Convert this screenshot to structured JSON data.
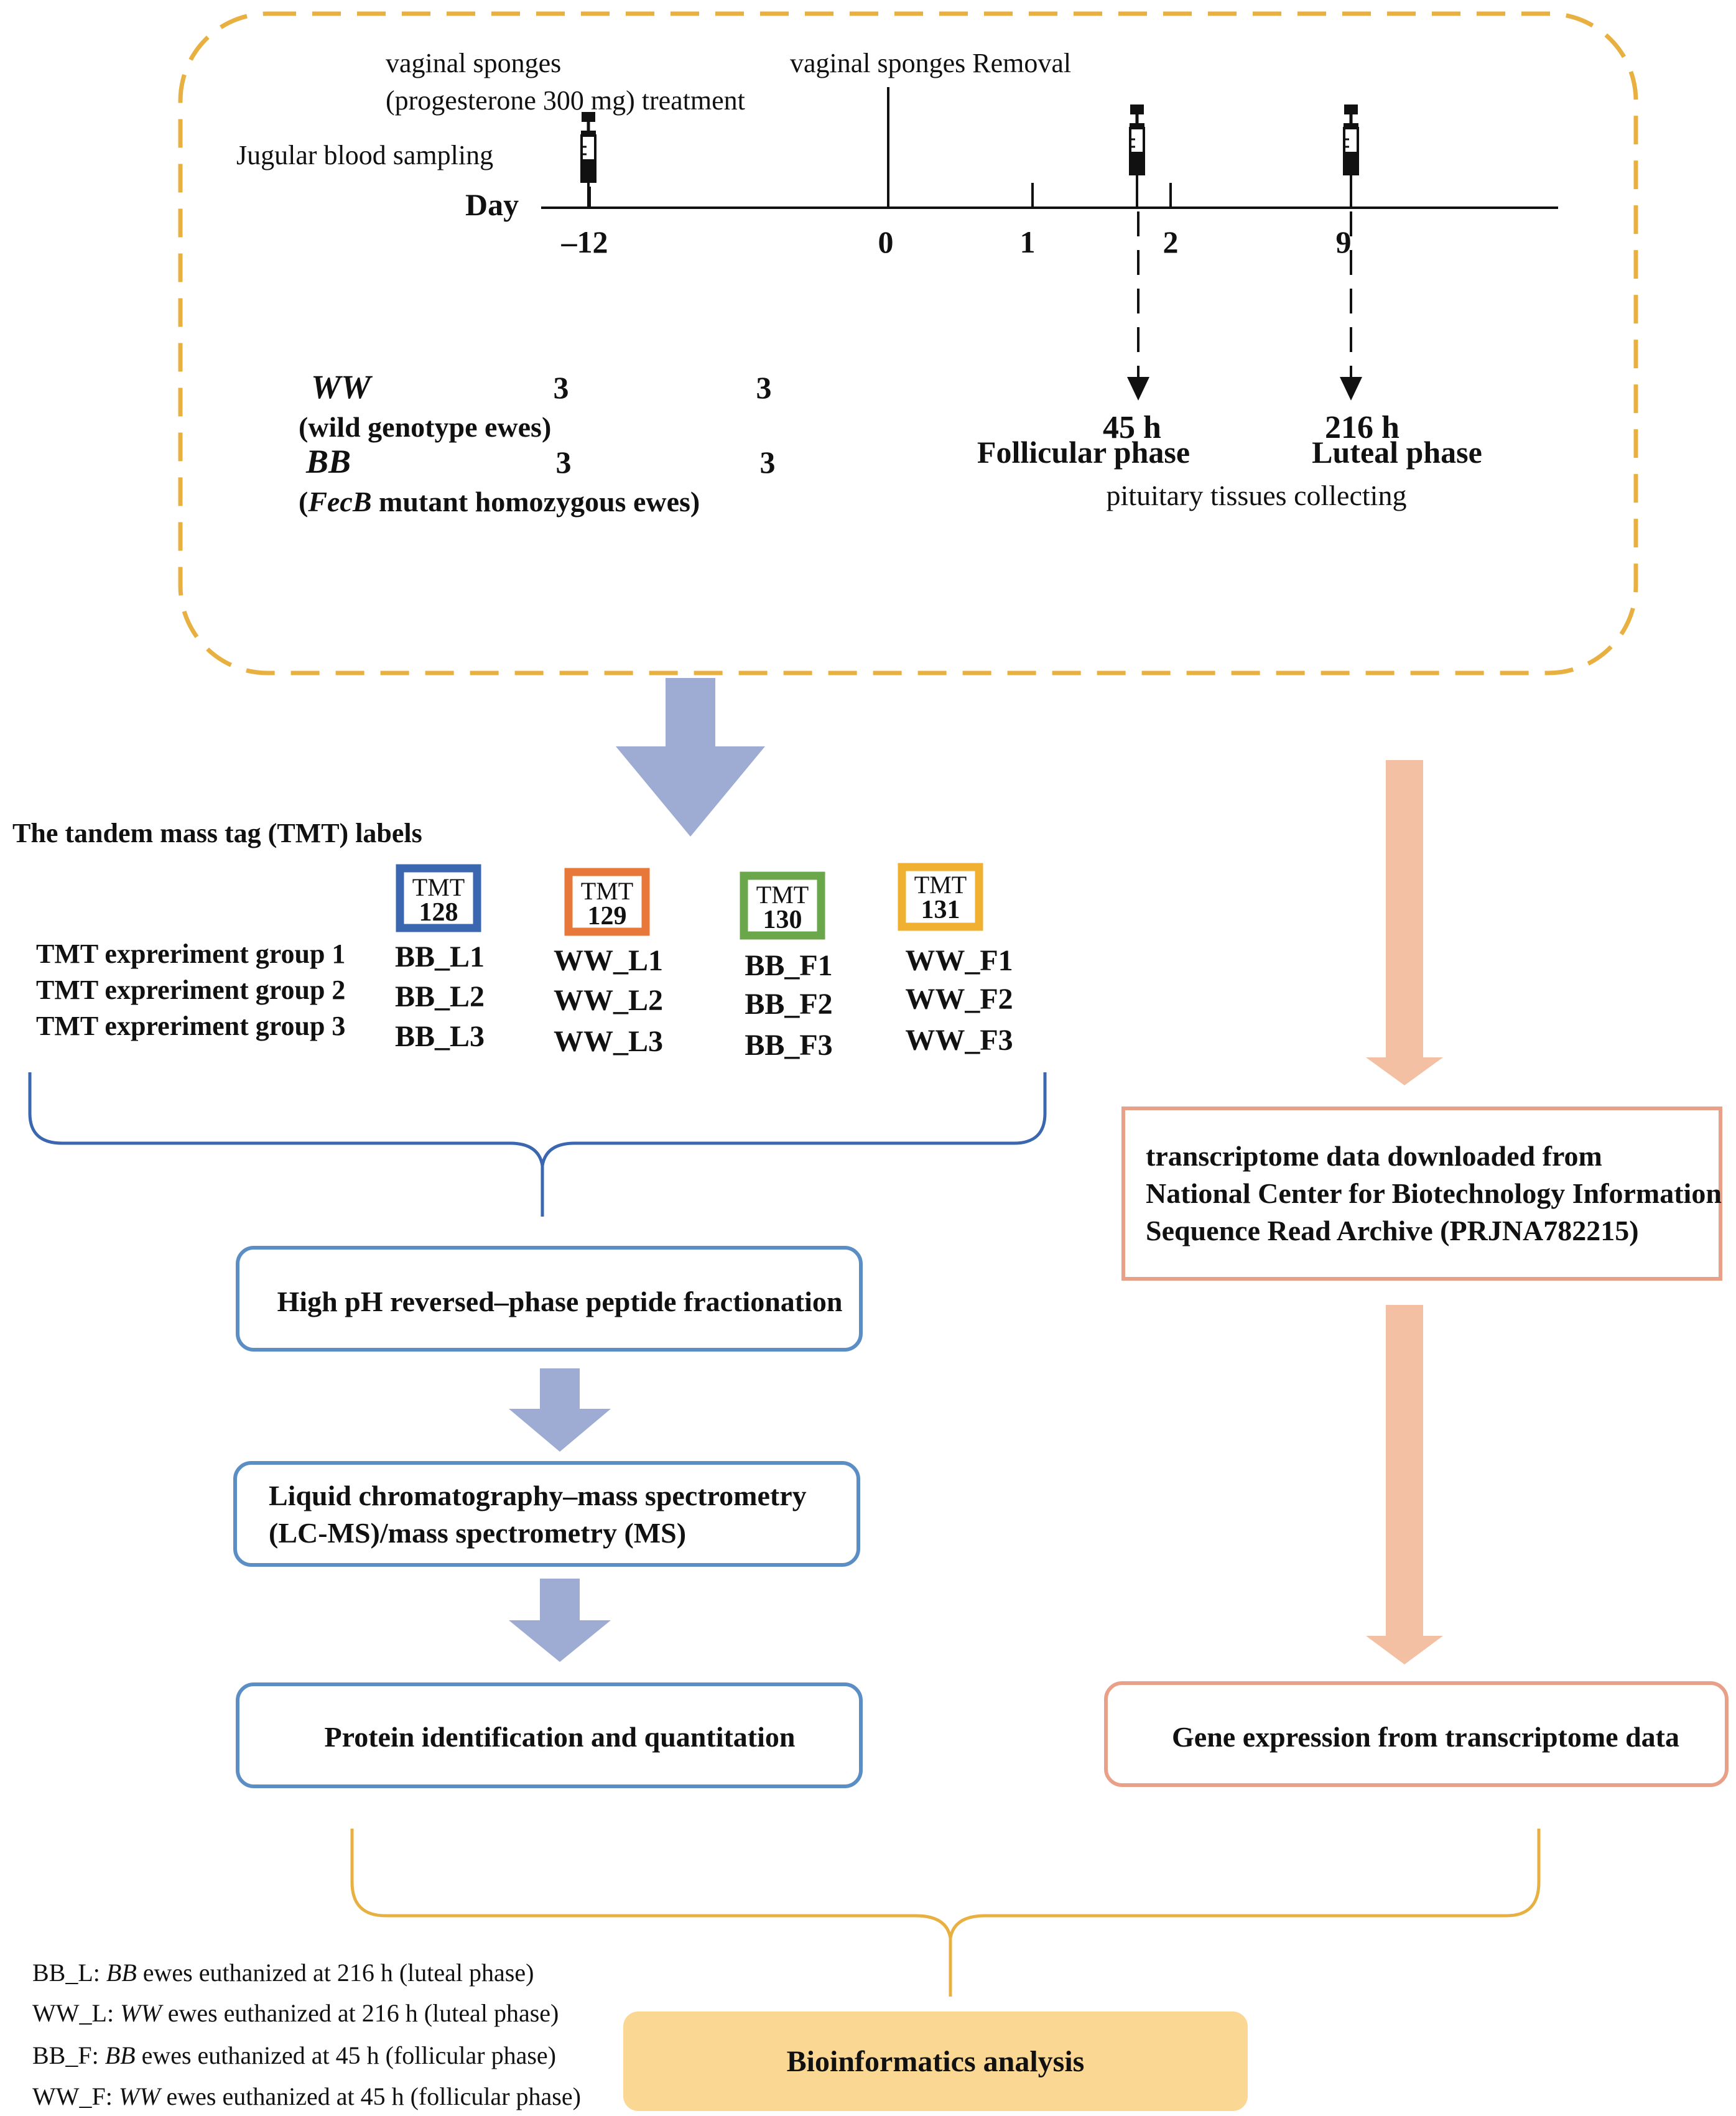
{
  "timeline": {
    "sponge_label_line1": "vaginal sponges",
    "sponge_label_line2": "(progesterone 300 mg) treatment",
    "removal_label": "vaginal sponges Removal",
    "blood_label": "Jugular blood sampling",
    "axis_label": "Day",
    "ticks": [
      "–12",
      "0",
      "1",
      "2",
      "9"
    ],
    "sampling_times": [
      "45 h",
      "216 h"
    ],
    "phases": [
      "Follicular phase",
      "Luteal phase"
    ],
    "collection_label": "pituitary tissues collecting"
  },
  "groups": {
    "ww_code": "WW",
    "ww_desc": "(wild genotype ewes)",
    "bb_code": "BB",
    "bb_desc_gene": "FecB",
    "bb_desc_rest": " mutant homozygous ewes)",
    "bb_desc_open": "(",
    "ww_counts": [
      "3",
      "3"
    ],
    "bb_counts": [
      "3",
      "3"
    ]
  },
  "tmt": {
    "title": "The tandem mass tag (TMT) labels",
    "experiment_groups": [
      "TMT expreriment group 1",
      "TMT expreriment group 2",
      "TMT expreriment group 3"
    ],
    "labels": [
      {
        "prefix": "TMT",
        "number": "128",
        "color": "#3a67b0",
        "samples": [
          "BB_L1",
          "BB_L2",
          "BB_L3"
        ]
      },
      {
        "prefix": "TMT",
        "number": "129",
        "color": "#e8783a",
        "samples": [
          "WW_L1",
          "WW_L2",
          "WW_L3"
        ]
      },
      {
        "prefix": "TMT",
        "number": "130",
        "color": "#6aa64a",
        "samples": [
          "BB_F1",
          "BB_F2",
          "BB_F3"
        ]
      },
      {
        "prefix": "TMT",
        "number": "131",
        "color": "#f0b030",
        "samples": [
          "WW_F1",
          "WW_F2",
          "WW_F3"
        ]
      }
    ]
  },
  "proteomics": {
    "step1": "High pH reversed–phase peptide fractionation",
    "step2_line1": "Liquid chromatography–mass spectrometry",
    "step2_line2": "(LC-MS)/mass spectrometry (MS)",
    "step3": "Protein identification and quantitation"
  },
  "transcriptome": {
    "source_line1": "transcriptome data downloaded from",
    "source_line2": "National Center for Biotechnology Information",
    "source_line3": "Sequence Read Archive (PRJNA782215)",
    "expression": "Gene expression from transcriptome data"
  },
  "final": {
    "analysis": "Bioinformatics analysis"
  },
  "legend": [
    {
      "code": "BB_L: ",
      "group": "BB",
      "text": " ewes euthanized at 216 h (luteal phase)"
    },
    {
      "code": "WW_L: ",
      "group": "WW",
      "text": " ewes euthanized at 216 h (luteal phase)"
    },
    {
      "code": "BB_F: ",
      "group": "BB",
      "text": " ewes euthanized at 45 h (follicular phase)"
    },
    {
      "code": "WW_F: ",
      "group": "WW",
      "text": " ewes euthanized at 45 h (follicular phase)"
    }
  ],
  "colors": {
    "dashed_border": "#e8b040",
    "blue_arrow": "#9eabd3",
    "salmon_arrow": "#f4c0a4",
    "blue_box": "#5b8ec4",
    "salmon_box": "#e8a088",
    "bracket_blue": "#3a67b0",
    "bracket_orange": "#e8b040",
    "analysis_fill": "#fad894"
  }
}
